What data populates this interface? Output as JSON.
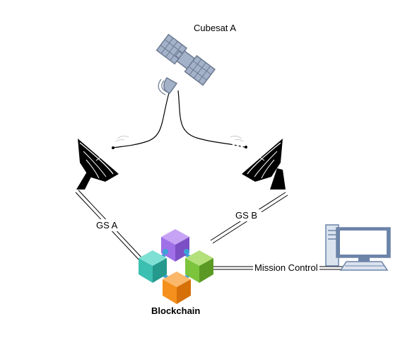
{
  "nodes": {
    "cubesat": {
      "label": "Cubesat A"
    },
    "gs_a": {
      "label": "GS A"
    },
    "gs_b": {
      "label": "GS B"
    },
    "mission_control": {
      "label": "Mission Control"
    },
    "blockchain": {
      "label": "Blockchain"
    }
  },
  "colors": {
    "panel_fill": "#a3b2c9",
    "panel_stroke": "#6c7a91",
    "dish": "#000000",
    "block_purple": "#a070e8",
    "block_teal": "#3bbfb0",
    "block_green": "#7cc43c",
    "block_orange": "#f5901e",
    "link_blue": "#3aa3d8",
    "computer_stroke": "#6c84a8",
    "computer_fill": "#dbe3ef"
  }
}
